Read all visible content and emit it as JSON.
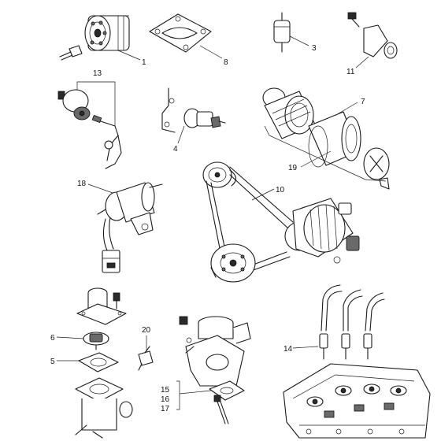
{
  "callouts": {
    "p1": "1",
    "p3": "3",
    "p4": "4",
    "p5": "5",
    "p6": "6",
    "p7": "7",
    "p8": "8",
    "p10": "10",
    "p11": "11",
    "p13": "13",
    "p14": "14",
    "p15": "15",
    "p16": "16",
    "p17": "17",
    "p18": "18",
    "p19": "19",
    "p20": "20"
  }
}
